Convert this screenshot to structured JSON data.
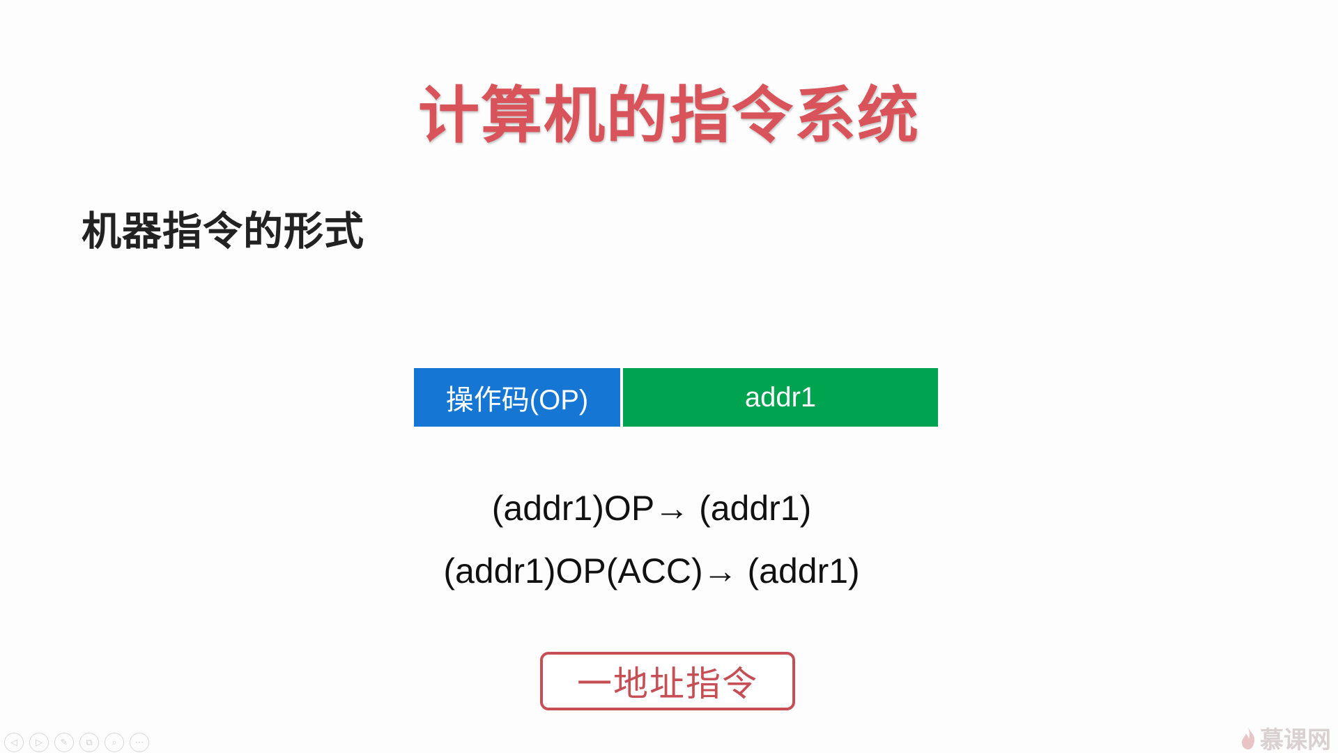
{
  "slide": {
    "title": "计算机的指令系统",
    "section_heading": "机器指令的形式",
    "instruction_format": {
      "fields": [
        {
          "label": "操作码(OP)",
          "color": "#1577d3"
        },
        {
          "label": "addr1",
          "color": "#00a34f"
        }
      ]
    },
    "expressions": [
      "(addr1)OP→ (addr1)",
      "(addr1)OP(ACC)→ (addr1)"
    ],
    "instruction_type_label": "一地址指令",
    "colors": {
      "title": "#d9535a",
      "type_box": "#c64e55"
    }
  },
  "toolbar": {
    "buttons": [
      {
        "name": "previous-icon",
        "glyph": "◁"
      },
      {
        "name": "next-icon",
        "glyph": "▷"
      },
      {
        "name": "pen-icon",
        "glyph": "✎"
      },
      {
        "name": "slides-grid-icon",
        "glyph": "⧉"
      },
      {
        "name": "zoom-icon",
        "glyph": "⌕"
      },
      {
        "name": "more-icon",
        "glyph": "⋯"
      }
    ]
  },
  "watermark": {
    "text": "慕课网",
    "icon": "flame-icon"
  }
}
